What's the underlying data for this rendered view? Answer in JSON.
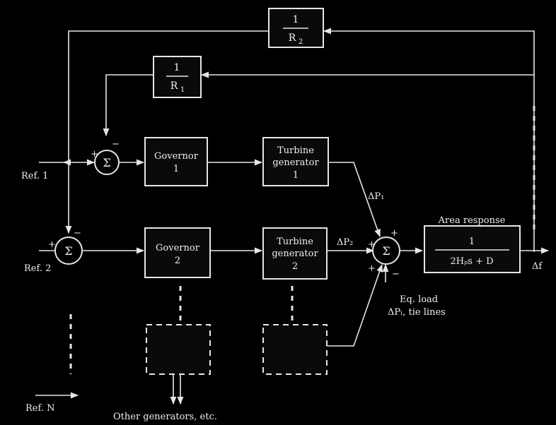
{
  "blocks": {
    "r1": {
      "num": "1",
      "den": "R",
      "den_sub": "1"
    },
    "r2": {
      "num": "1",
      "den": "R",
      "den_sub": "2"
    },
    "governor1": {
      "line1": "Governor",
      "line2": "1"
    },
    "turbine1": {
      "line1": "Turbine",
      "line2": "generator",
      "line3": "1"
    },
    "governor2": {
      "line1": "Governor",
      "line2": "2"
    },
    "turbine2": {
      "line1": "Turbine",
      "line2": "generator",
      "line3": "2"
    },
    "area": {
      "title": "Area response",
      "num": "1",
      "den": "2Hₚs + D"
    }
  },
  "signals": {
    "ref1": "Ref. 1",
    "ref2": "Ref. 2",
    "refn": "Ref. N",
    "dp1": "ΔP₁",
    "dp2": "ΔP₂",
    "df": "Δf",
    "load1": "Eq. load",
    "load2": "ΔPₗ, tie lines",
    "other": "Other generators, etc."
  },
  "summers": {
    "s1": "Σ",
    "s2": "Σ",
    "s3": "Σ"
  },
  "signs": {
    "plus": "+",
    "minus": "−"
  }
}
